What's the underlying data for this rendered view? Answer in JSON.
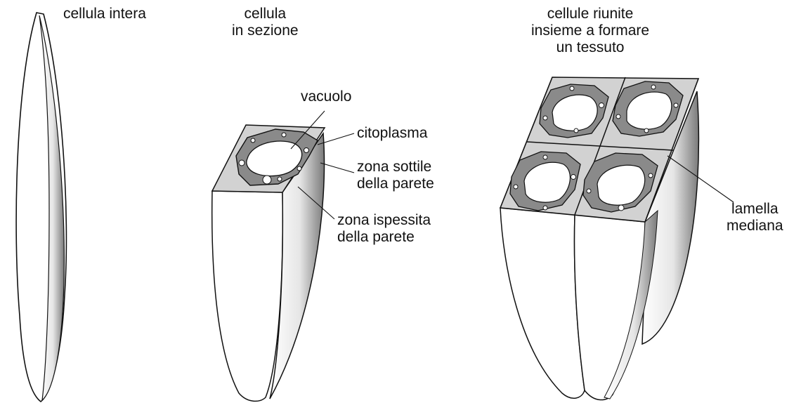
{
  "panels": {
    "whole_cell": {
      "caption": "cellula intera"
    },
    "section": {
      "caption_lines": [
        "cellula",
        "in sezione"
      ],
      "labels": {
        "vacuole": "vacuolo",
        "cytoplasm": "citoplasma",
        "thin_wall_lines": [
          "zona sottile",
          "della parete"
        ],
        "thick_wall_lines": [
          "zona ispessita",
          "della parete"
        ]
      }
    },
    "tissue": {
      "caption_lines": [
        "cellule riunite",
        "insieme a formare",
        "un tessuto"
      ],
      "labels": {
        "middle_lamella_lines": [
          "lamella",
          "mediana"
        ]
      }
    }
  },
  "colors": {
    "ink": "#111111",
    "cytoplasm_fill": "#8a8a8a",
    "wall_fill": "#d2d2d2",
    "stipple_shade": "#6e6e6e"
  }
}
